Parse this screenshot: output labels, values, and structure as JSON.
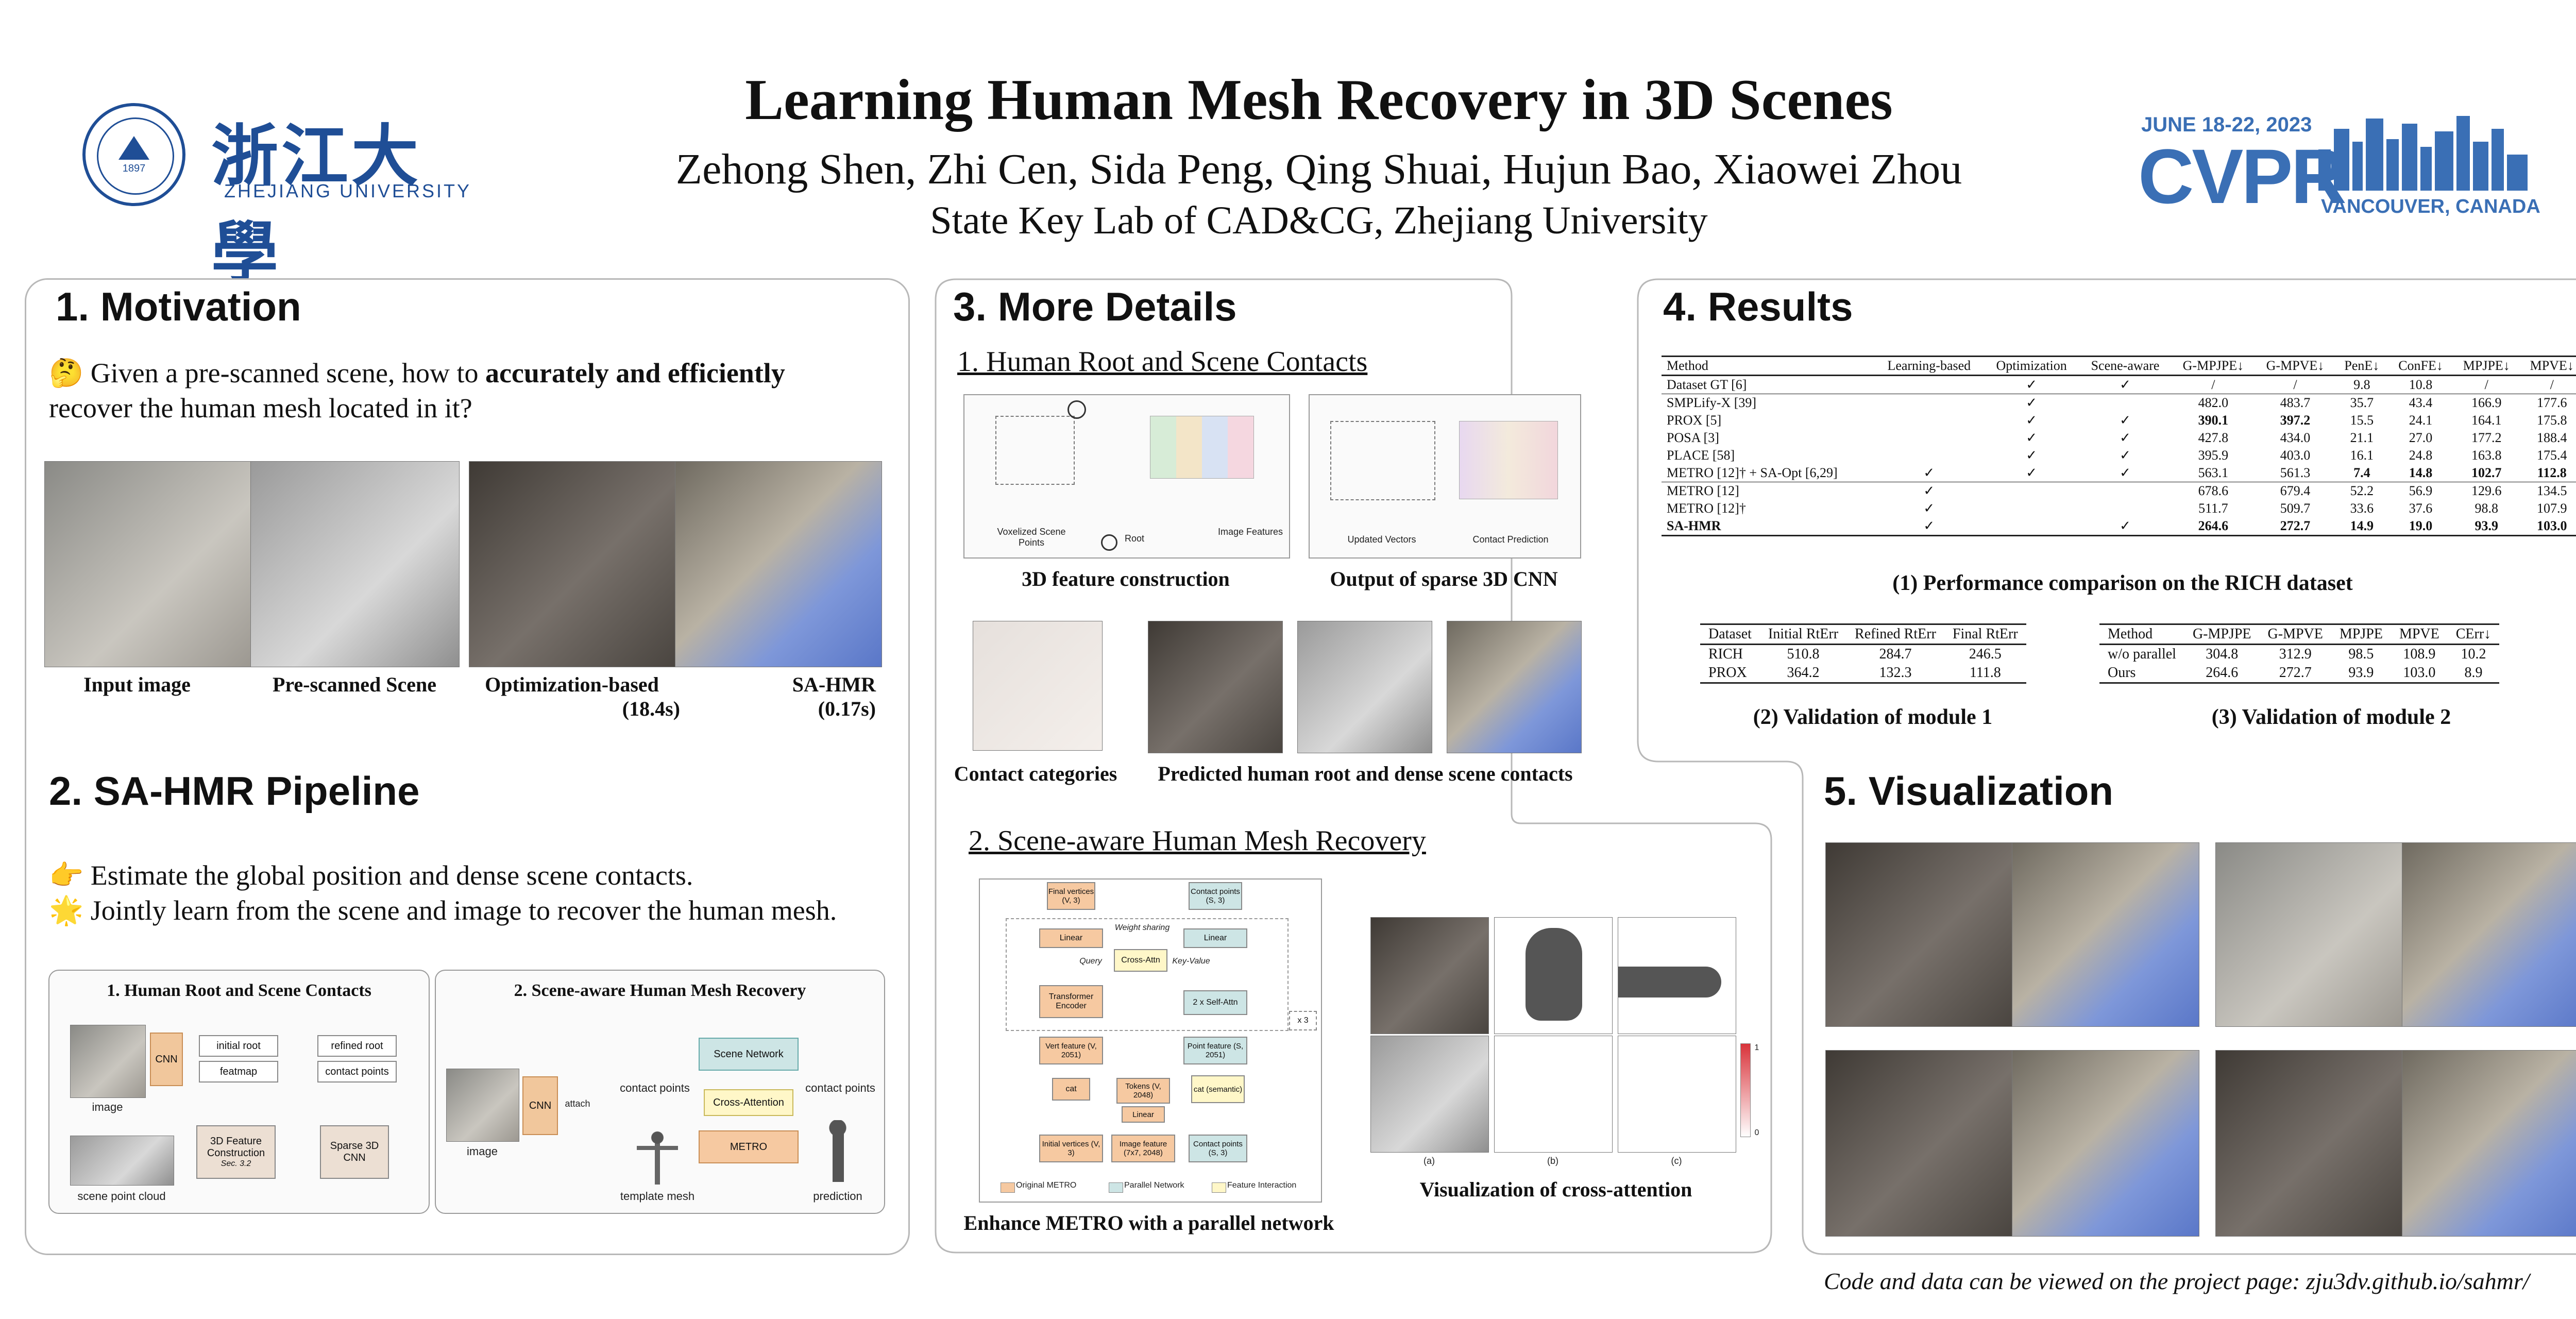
{
  "header": {
    "title": "Learning Human Mesh Recovery in 3D Scenes",
    "authors": "Zehong Shen, Zhi Cen, Sida Peng, Qing Shuai, Hujun Bao, Xiaowei Zhou",
    "affiliation": "State Key Lab of CAD&CG, Zhejiang University",
    "zju_logo_cn": "浙江大學",
    "zju_logo_en": "ZHEJIANG UNIVERSITY",
    "zju_seal_text": "1897",
    "cvpr_dates": "JUNE 18-22, 2023",
    "cvpr_name": "CVPR",
    "cvpr_location": "VANCOUVER, CANADA"
  },
  "motivation": {
    "title": "1. Motivation",
    "emoji": "🤔",
    "text_pre": "Given a pre-scanned scene, how to ",
    "text_bold": "accurately and efficiently",
    "text_post": "recover the human mesh located in it?",
    "captions": [
      "Input image",
      "Pre-scanned Scene",
      "Optimization-based",
      "(18.4s)",
      "SA-HMR",
      "(0.17s)"
    ]
  },
  "pipeline": {
    "title": "2. SA-HMR Pipeline",
    "bullet1_icon": "👉",
    "bullet1": "Estimate the global position and dense scene contacts.",
    "bullet2_icon": "🌟",
    "bullet2": "Jointly learn from the scene and image to recover the human mesh.",
    "left_title": "1. Human Root and Scene Contacts",
    "right_title": "2. Scene-aware Human Mesh Recovery",
    "labels": {
      "image": "image",
      "cnn": "CNN",
      "initial_root": "initial root",
      "featmap": "featmap",
      "refined_root": "refined root",
      "contact_points": "contact points",
      "feature_construction": "3D Feature Construction",
      "sec": "Sec. 3.2",
      "sparse_cnn": "Sparse 3D CNN",
      "scene_point_cloud": "scene point cloud",
      "scene_network": "Scene Network",
      "cross_attention": "Cross-Attention",
      "metro": "METRO",
      "attach": "attach",
      "template_mesh": "template mesh",
      "prediction": "prediction"
    }
  },
  "details": {
    "title": "3. More Details",
    "sub1": "1. Human Root and Scene Contacts",
    "fig_labels": {
      "voxelized": "Voxelized Scene Points",
      "root": "Root",
      "image_features": "Image Features",
      "updated_vectors": "Updated Vectors",
      "contact_prediction": "Contact Prediction"
    },
    "cap1": "3D feature construction",
    "cap2": "Output of sparse 3D CNN",
    "cap3": "Contact categories",
    "cap4": "Predicted human root and dense scene contacts",
    "sub2": "2. Scene-aware Human Mesh Recovery",
    "arch": {
      "final_vertices": "Final vertices (V, 3)",
      "contact_points": "Contact points (S, 3)",
      "linear": "Linear",
      "weight_sharing": "Weight sharing",
      "query": "Query",
      "cross_attn": "Cross-Attn",
      "key_value": "Key-Value",
      "transformer_encoder": "Transformer Encoder",
      "self_attn": "2 x Self-Attn",
      "x3": "x 3",
      "vert_feature": "Vert feature (V, 2051)",
      "point_feature": "Point feature (S, 2051)",
      "cat": "cat",
      "tokens": "Tokens (V, 2048)",
      "cat_semantic": "cat (semantic)",
      "initial_vertices": "Initial vertices (V, 3)",
      "image_feature": "Image feature (7x7, 2048)",
      "contact_points2": "Contact points (S, 3)",
      "legend_original": "Original METRO",
      "legend_parallel": "Parallel Network",
      "legend_interaction": "Feature Interaction"
    },
    "cap5": "Enhance METRO with a parallel network",
    "cap6": "Visualization of cross-attention",
    "attn_labels": [
      "(a)",
      "(b)",
      "(c)"
    ],
    "colorbar": [
      "1",
      "0"
    ]
  },
  "results": {
    "title": "4. Results",
    "table1": {
      "headers": [
        "Method",
        "Learning-based",
        "Optimization",
        "Scene-aware",
        "G-MPJPE↓",
        "G-MPVE↓",
        "PenE↓",
        "ConFE↓",
        "MPJPE↓",
        "MPVE↓"
      ],
      "rows": [
        [
          "Dataset GT [6]",
          "",
          "✓",
          "✓",
          "/",
          "/",
          "9.8",
          "10.8",
          "/",
          "/"
        ],
        [
          "SMPLify-X [39]",
          "",
          "✓",
          "",
          "482.0",
          "483.7",
          "35.7",
          "43.4",
          "166.9",
          "177.6"
        ],
        [
          "PROX [5]",
          "",
          "✓",
          "✓",
          "390.1",
          "397.2",
          "15.5",
          "24.1",
          "164.1",
          "175.8"
        ],
        [
          "POSA [3]",
          "",
          "✓",
          "✓",
          "427.8",
          "434.0",
          "21.1",
          "27.0",
          "177.2",
          "188.4"
        ],
        [
          "PLACE [58]",
          "",
          "✓",
          "✓",
          "395.9",
          "403.0",
          "16.1",
          "24.8",
          "163.8",
          "175.4"
        ],
        [
          "METRO [12]† + SA-Opt [6,29]",
          "✓",
          "✓",
          "✓",
          "563.1",
          "561.3",
          "7.4",
          "14.8",
          "102.7",
          "112.8"
        ],
        [
          "METRO [12]",
          "✓",
          "",
          "",
          "678.6",
          "679.4",
          "52.2",
          "56.9",
          "129.6",
          "134.5"
        ],
        [
          "METRO [12]†",
          "✓",
          "",
          "",
          "511.7",
          "509.7",
          "33.6",
          "37.6",
          "98.8",
          "107.9"
        ],
        [
          "SA-HMR",
          "✓",
          "",
          "✓",
          "264.6",
          "272.7",
          "14.9",
          "19.0",
          "93.9",
          "103.0"
        ]
      ],
      "caption": "(1) Performance comparison on the RICH dataset"
    },
    "table2": {
      "headers": [
        "Dataset",
        "Initial RtErr",
        "Refined RtErr",
        "Final RtErr"
      ],
      "rows": [
        [
          "RICH",
          "510.8",
          "284.7",
          "246.5"
        ],
        [
          "PROX",
          "364.2",
          "132.3",
          "111.8"
        ]
      ],
      "caption": "(2) Validation of module 1"
    },
    "table3": {
      "headers": [
        "Method",
        "G-MPJPE",
        "G-MPVE",
        "MPJPE",
        "MPVE",
        "CErr↓"
      ],
      "rows": [
        [
          "w/o parallel",
          "304.8",
          "312.9",
          "98.5",
          "108.9",
          "10.2"
        ],
        [
          "Ours",
          "264.6",
          "272.7",
          "93.9",
          "103.0",
          "8.9"
        ]
      ],
      "caption": "(3) Validation of module 2"
    }
  },
  "visualization": {
    "title": "5. Visualization"
  },
  "footer": "Code and data can be viewed on the project page: zju3dv.github.io/sahmr/"
}
